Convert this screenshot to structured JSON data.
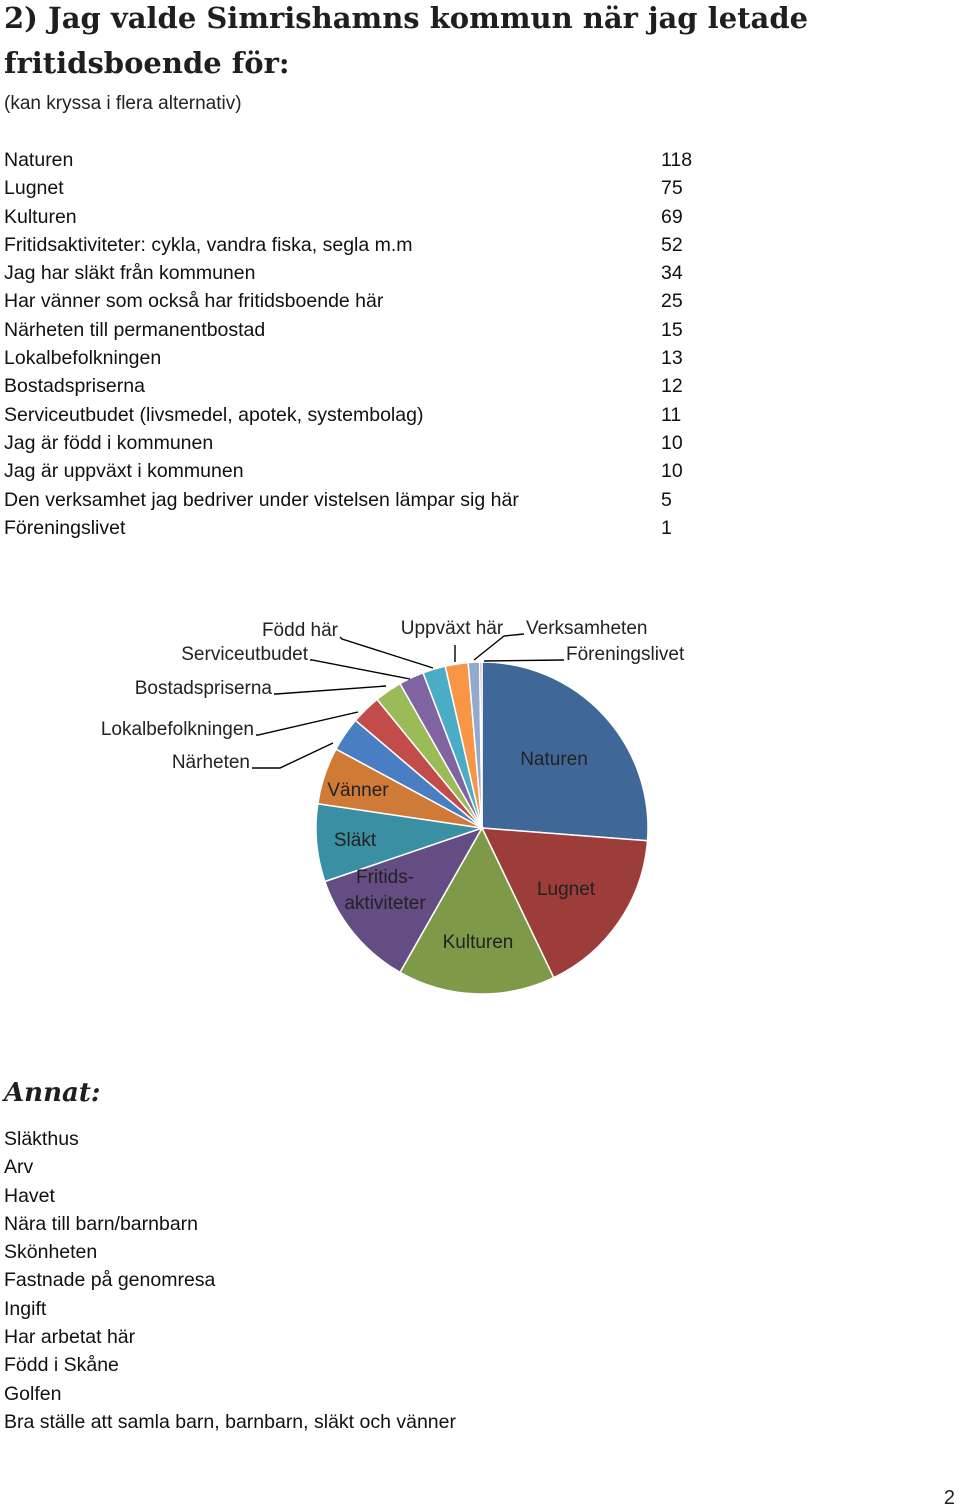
{
  "heading": {
    "title": "2) Jag valde Simrishamns kommun när jag letade fritidsboende för:",
    "subtitle": "(kan kryssa i flera alternativ)"
  },
  "responses": [
    {
      "label": "Naturen",
      "value": "118"
    },
    {
      "label": "Lugnet",
      "value": "75"
    },
    {
      "label": "Kulturen",
      "value": "69"
    },
    {
      "label": "Fritidsaktiviteter: cykla, vandra fiska, segla m.m",
      "value": "52"
    },
    {
      "label": "Jag har släkt från kommunen",
      "value": "34"
    },
    {
      "label": "Har vänner som också har fritidsboende här",
      "value": "25"
    },
    {
      "label": "Närheten till permanentbostad",
      "value": "15"
    },
    {
      "label": "Lokalbefolkningen",
      "value": "13"
    },
    {
      "label": "Bostadspriserna",
      "value": "12"
    },
    {
      "label": "Serviceutbudet (livsmedel, apotek, systembolag)",
      "value": "11"
    },
    {
      "label": "Jag är född i kommunen",
      "value": "10"
    },
    {
      "label": "Jag är uppväxt i kommunen",
      "value": "10"
    },
    {
      "label": "Den verksamhet jag bedriver under vistelsen lämpar sig här",
      "value": "5"
    },
    {
      "label": "Föreningslivet",
      "value": "1"
    }
  ],
  "chart_data": {
    "type": "pie",
    "start": "12 o'clock, clockwise",
    "slices": [
      {
        "label": "Naturen",
        "value": 118,
        "color": "#3f6797"
      },
      {
        "label": "Lugnet",
        "value": 75,
        "color": "#9c3d3a"
      },
      {
        "label": "Kulturen",
        "value": 69,
        "color": "#7e9a49"
      },
      {
        "label": "Fritids-aktiviteter",
        "label_lines": [
          "Fritids-",
          "aktiviteter"
        ],
        "value": 52,
        "color": "#634d83"
      },
      {
        "label": "Släkt",
        "value": 34,
        "color": "#3a8fa3"
      },
      {
        "label": "Vänner",
        "value": 25,
        "color": "#d07a37"
      },
      {
        "label": "Närheten",
        "value": 15,
        "color": "#4a7ec2"
      },
      {
        "label": "Lokalbefolkningen",
        "value": 13,
        "color": "#c14c49"
      },
      {
        "label": "Bostadspriserna",
        "value": 12,
        "color": "#9bbb59"
      },
      {
        "label": "Serviceutbudet",
        "value": 11,
        "color": "#8064a2"
      },
      {
        "label": "Född här",
        "value": 10,
        "color": "#4bacc6"
      },
      {
        "label": "Uppväxt här",
        "value": 10,
        "color": "#f79646"
      },
      {
        "label": "Verksamheten",
        "value": 5,
        "color": "#95a9cc"
      },
      {
        "label": "Föreningslivet",
        "value": 1,
        "color": "#c99596"
      }
    ]
  },
  "annat": {
    "heading": "Annat:",
    "items": [
      "Släkthus",
      "Arv",
      "Havet",
      "Nära till barn/barnbarn",
      "Skönheten",
      "Fastnade på genomresa",
      "Ingift",
      "Har arbetat här",
      "Född i Skåne",
      "Golfen",
      "Bra ställe att samla barn, barnbarn, släkt och vänner"
    ]
  },
  "page_number": "2"
}
